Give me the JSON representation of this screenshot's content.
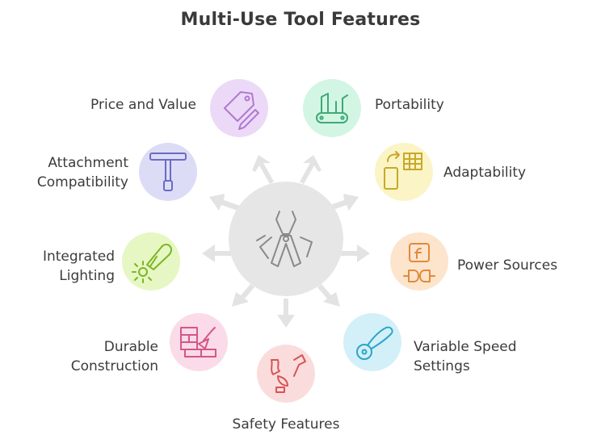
{
  "title": "Multi-Use Tool Features",
  "features": [
    {
      "label": "Price and Value",
      "icon": "price-tag-icon",
      "color": "#ecd9f7"
    },
    {
      "label": "Portability",
      "icon": "pocket-knife-icon",
      "color": "#d3f5e4"
    },
    {
      "label": "Attachment Compatibility",
      "icon": "t-handle-tool-icon",
      "color": "#dcdcf6"
    },
    {
      "label": "Adaptability",
      "icon": "phone-calculator-icon",
      "color": "#fbf4c6"
    },
    {
      "label": "Integrated Lighting",
      "icon": "flashlight-icon",
      "color": "#e6f7c3"
    },
    {
      "label": "Power Sources",
      "icon": "power-plug-icon",
      "color": "#fde4cd"
    },
    {
      "label": "Durable Construction",
      "icon": "brick-trowel-icon",
      "color": "#fadbe7"
    },
    {
      "label": "Variable Speed Settings",
      "icon": "rotary-cutter-icon",
      "color": "#d3f0f8"
    },
    {
      "label": "Safety Features",
      "icon": "safety-tool-icon",
      "color": "#fbdcdc"
    }
  ],
  "center": {
    "icon": "multitool-pliers-icon",
    "color": "#e6e6e6"
  }
}
